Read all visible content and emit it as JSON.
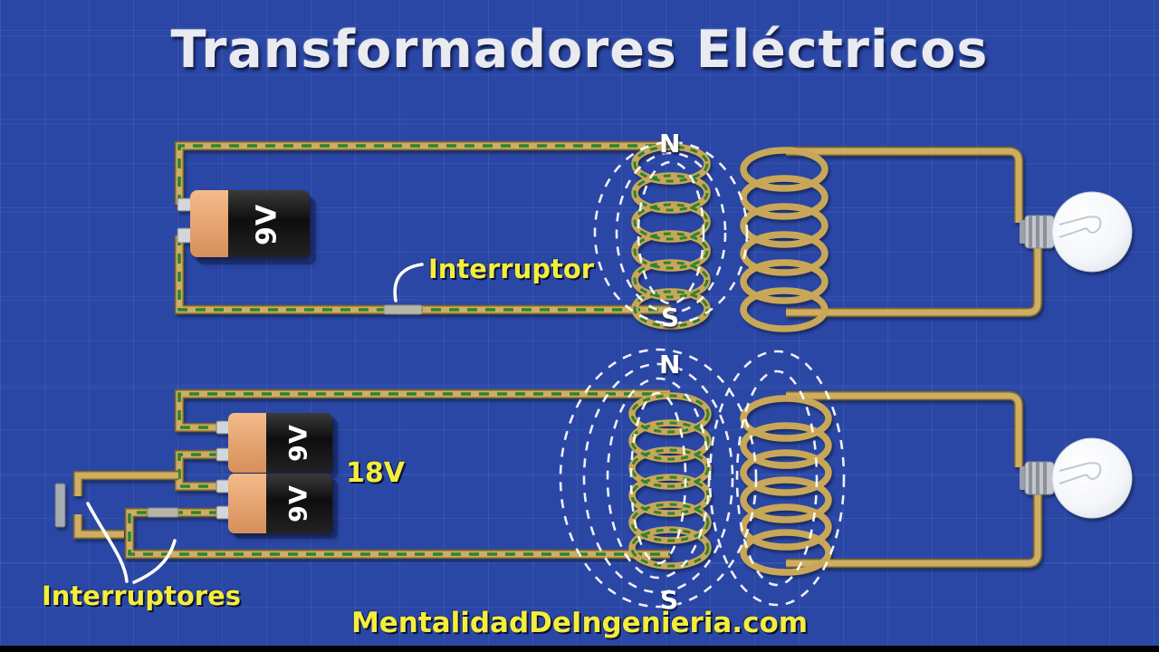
{
  "title": "Transformadores Eléctricos",
  "footer": {
    "website": "MentalidadDeIngenieria.com"
  },
  "colors": {
    "background": "#2a47a5",
    "wire": "#cfae63",
    "current-dash": "#2e8430",
    "label-yellow": "#f3ee3c",
    "battery-orange": "#e8a273",
    "battery-black": "#161616",
    "field-line": "#ffffff"
  },
  "circuit_top": {
    "battery_label": "9V",
    "switch_label": "Interruptor",
    "pole_north": "N",
    "pole_south": "S"
  },
  "circuit_bottom": {
    "battery_top_label": "9V",
    "battery_bottom_label": "9V",
    "total_voltage_label": "18V",
    "switches_label": "Interruptores",
    "pole_north": "N",
    "pole_south": "S"
  }
}
